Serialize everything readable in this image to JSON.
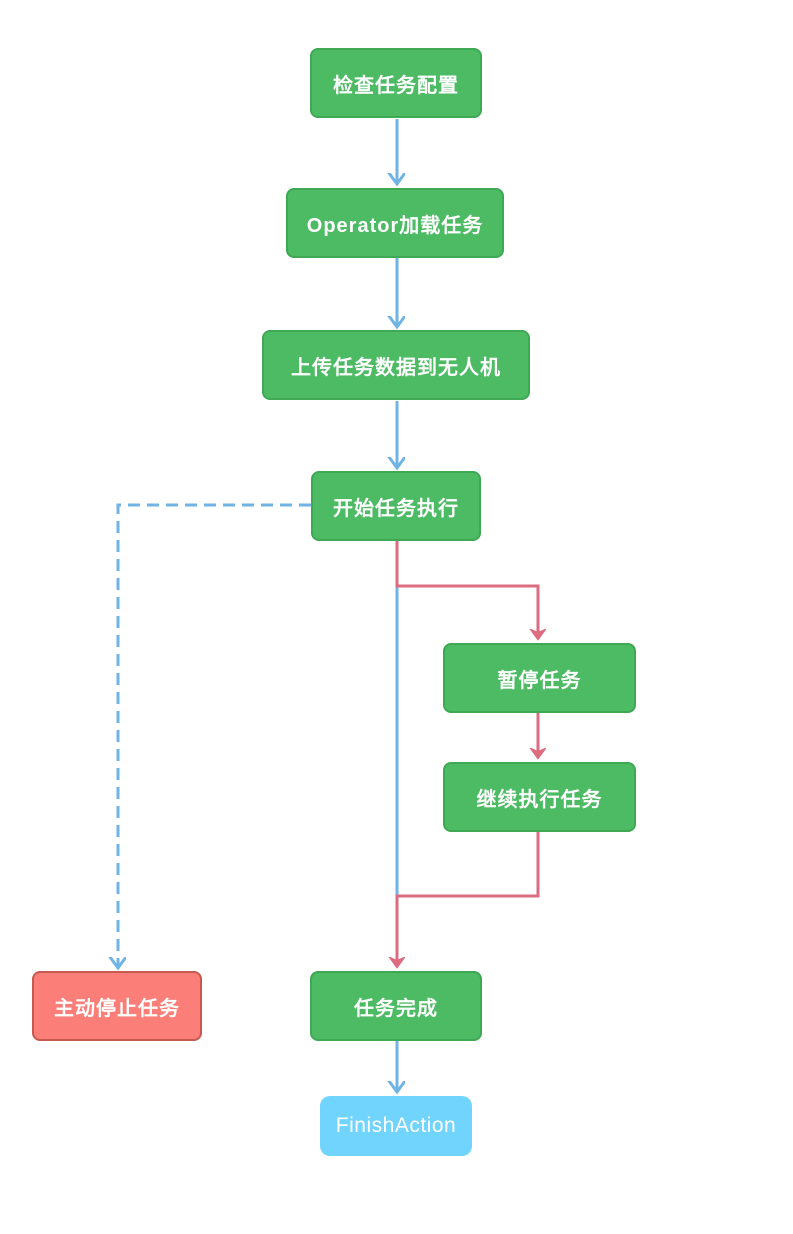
{
  "diagram": {
    "type": "flowchart",
    "background": "#FFFFFF"
  },
  "nodes": {
    "check_config": {
      "label": "检查任务配置",
      "shape": "rounded-rect",
      "fill": "#4DBB64",
      "border": "#3EA854",
      "text_color": "#FFFFFF"
    },
    "operator_load": {
      "label": "Operator加载任务",
      "shape": "rounded-rect",
      "fill": "#4DBB64",
      "border": "#3EA854",
      "text_color": "#FFFFFF"
    },
    "upload_data": {
      "label": "上传任务数据到无人机",
      "shape": "rounded-rect",
      "fill": "#4DBB64",
      "border": "#3EA854",
      "text_color": "#FFFFFF"
    },
    "start_execution": {
      "label": "开始任务执行",
      "shape": "rounded-rect",
      "fill": "#4DBB64",
      "border": "#3EA854",
      "text_color": "#FFFFFF"
    },
    "pause_task": {
      "label": "暂停任务",
      "shape": "rounded-rect",
      "fill": "#4DBB64",
      "border": "#3EA854",
      "text_color": "#FFFFFF"
    },
    "resume_task": {
      "label": "继续执行任务",
      "shape": "rounded-rect",
      "fill": "#4DBB64",
      "border": "#3EA854",
      "text_color": "#FFFFFF"
    },
    "stop_task": {
      "label": "主动停止任务",
      "shape": "rounded-rect",
      "fill": "#FB7E78",
      "border": "#C45A50",
      "text_color": "#FFFFFF"
    },
    "task_complete": {
      "label": "任务完成",
      "shape": "rounded-rect",
      "fill": "#4DBB64",
      "border": "#3EA854",
      "text_color": "#FFFFFF"
    },
    "finish_action": {
      "label": "FinishAction",
      "shape": "rounded-rect",
      "fill": "#70D4FC",
      "border": "none",
      "text_color": "#FFFFFF"
    }
  },
  "edges": [
    {
      "from": "check_config",
      "to": "operator_load",
      "color": "#6FB4E5",
      "style": "solid",
      "arrow": "open-v"
    },
    {
      "from": "operator_load",
      "to": "upload_data",
      "color": "#6FB4E5",
      "style": "solid",
      "arrow": "open-v"
    },
    {
      "from": "upload_data",
      "to": "start_execution",
      "color": "#6FB4E5",
      "style": "solid",
      "arrow": "open-v"
    },
    {
      "from": "start_execution",
      "to": "stop_task",
      "color": "#6FB4E5",
      "style": "dashed",
      "arrow": "open-v"
    },
    {
      "from": "start_execution",
      "to": "task_complete",
      "color": "#6FB4E5",
      "style": "solid",
      "arrow": "none"
    },
    {
      "from": "start_execution",
      "to": "pause_task",
      "color": "#DE6C80",
      "style": "solid",
      "arrow": "triangle"
    },
    {
      "from": "pause_task",
      "to": "resume_task",
      "color": "#DE6C80",
      "style": "solid",
      "arrow": "triangle"
    },
    {
      "from": "resume_task",
      "to": "task_complete",
      "color": "#DE6C80",
      "style": "solid",
      "arrow": "triangle"
    },
    {
      "from": "task_complete",
      "to": "finish_action",
      "color": "#6FB4E5",
      "style": "solid",
      "arrow": "open-v"
    }
  ],
  "colors": {
    "edge_blue": "#6FB4E5",
    "edge_pink": "#DE6C80",
    "node_green_fill": "#4DBB64",
    "node_green_border": "#3EA854",
    "node_red_fill": "#FB7E78",
    "node_red_border": "#C45A50",
    "node_lightblue_fill": "#70D4FC",
    "node_text": "#FFFFFF"
  }
}
